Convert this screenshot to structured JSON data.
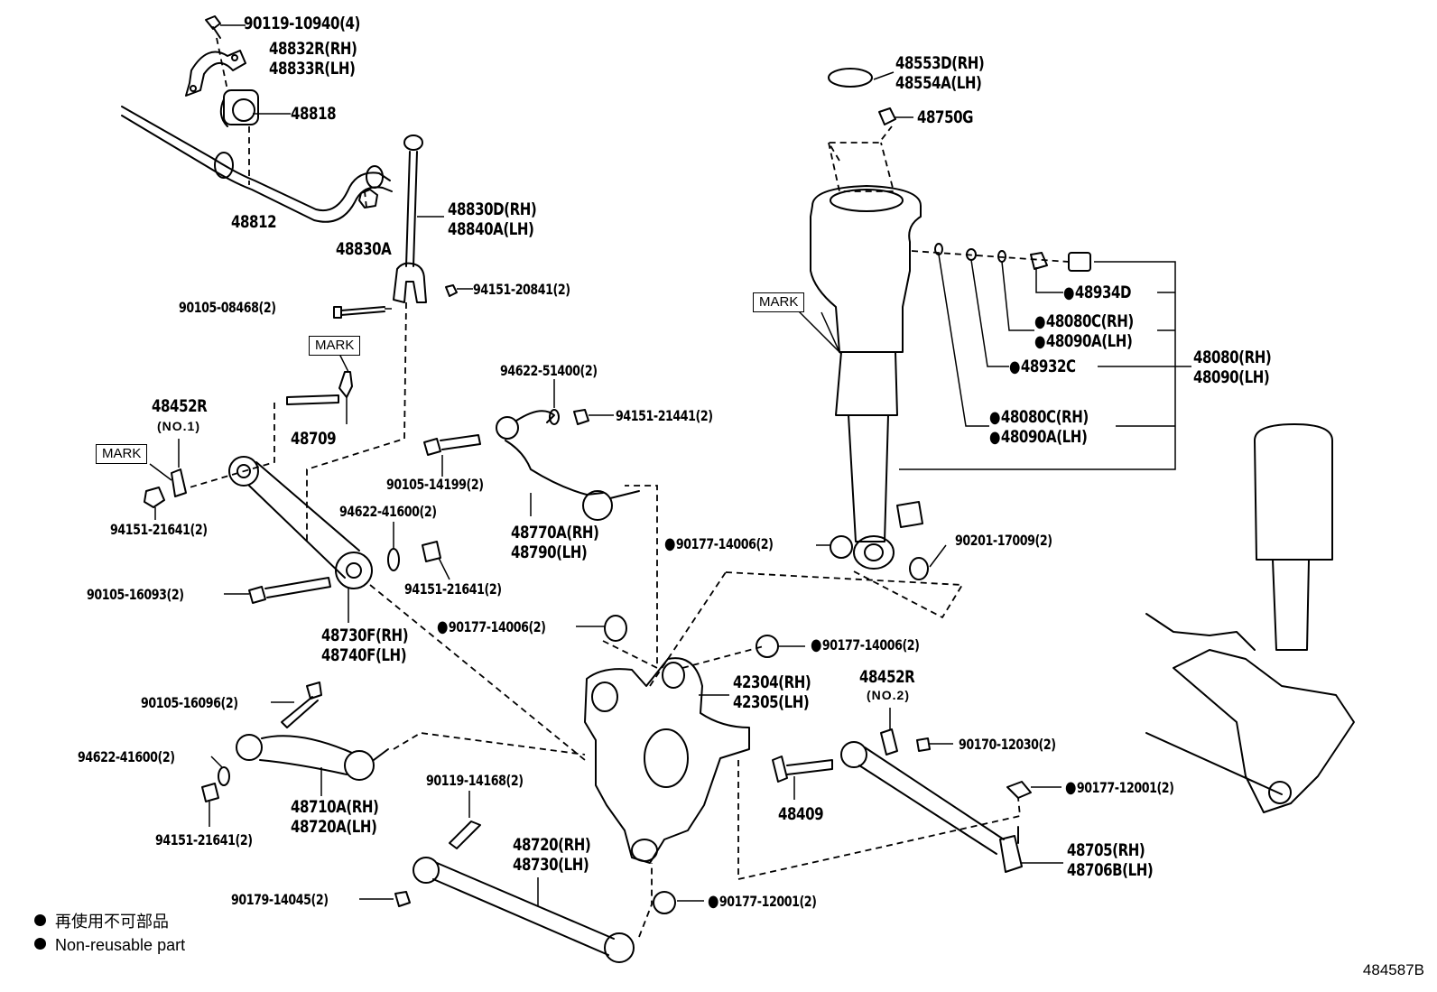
{
  "parts": {
    "p_90119_10940": "90119-10940(4)",
    "p_48832R": "48832R(RH)",
    "p_48833R": "48833R(LH)",
    "p_48818": "48818",
    "p_48812": "48812",
    "p_48830A": "48830A",
    "p_48830D": "48830D(RH)",
    "p_48840A": "48840A(LH)",
    "p_90105_08468": "90105-08468(2)",
    "p_94151_20841": "94151-20841(2)",
    "p_48709": "48709",
    "p_48452R_1": "48452R",
    "p_48452R_1_sub": "(NO.1)",
    "p_94151_21641_a": "94151-21641(2)",
    "p_90105_16093": "90105-16093(2)",
    "p_48730F": "48730F(RH)",
    "p_48740F": "48740F(LH)",
    "p_94622_51400": "94622-51400(2)",
    "p_94151_21441": "94151-21441(2)",
    "p_90105_14199": "90105-14199(2)",
    "p_94622_41600_a": "94622-41600(2)",
    "p_48770A": "48770A(RH)",
    "p_48790": "48790(LH)",
    "p_94151_21641_b": "94151-21641(2)",
    "p_90177_14006_a": "90177-14006(2)",
    "p_90177_14006_b": "90177-14006(2)",
    "p_90177_14006_c": "90177-14006(2)",
    "p_90201_17009": "90201-17009(2)",
    "p_42304": "42304(RH)",
    "p_42305": "42305(LH)",
    "p_48452R_2": "48452R",
    "p_48452R_2_sub": "(NO.2)",
    "p_90170_12030": "90170-12030(2)",
    "p_90105_16096": "90105-16096(2)",
    "p_94622_41600_b": "94622-41600(2)",
    "p_48710A": "48710A(RH)",
    "p_48720A": "48720A(LH)",
    "p_94151_21641_c": "94151-21641(2)",
    "p_90119_14168": "90119-14168(2)",
    "p_48409": "48409",
    "p_90177_12001_a": "90177-12001(2)",
    "p_48720": "48720(RH)",
    "p_48730": "48730(LH)",
    "p_48705": "48705(RH)",
    "p_48706B": "48706B(LH)",
    "p_90179_14045": "90179-14045(2)",
    "p_90177_12001_b": "90177-12001(2)",
    "p_48553D": "48553D(RH)",
    "p_48554A": "48554A(LH)",
    "p_48750G": "48750G",
    "p_48934D": "48934D",
    "p_48080C_a": "48080C(RH)",
    "p_48090A_a": "48090A(LH)",
    "p_48932C": "48932C",
    "p_48080C_b": "48080C(RH)",
    "p_48090A_b": "48090A(LH)",
    "p_48080": "48080(RH)",
    "p_48090": "48090(LH)"
  },
  "marks": {
    "mark_1": "MARK",
    "mark_2": "MARK",
    "mark_3": "MARK"
  },
  "legend": {
    "line1": "再使用不可部品",
    "line2": "Non-reusable part"
  },
  "figure_id": "484587B"
}
